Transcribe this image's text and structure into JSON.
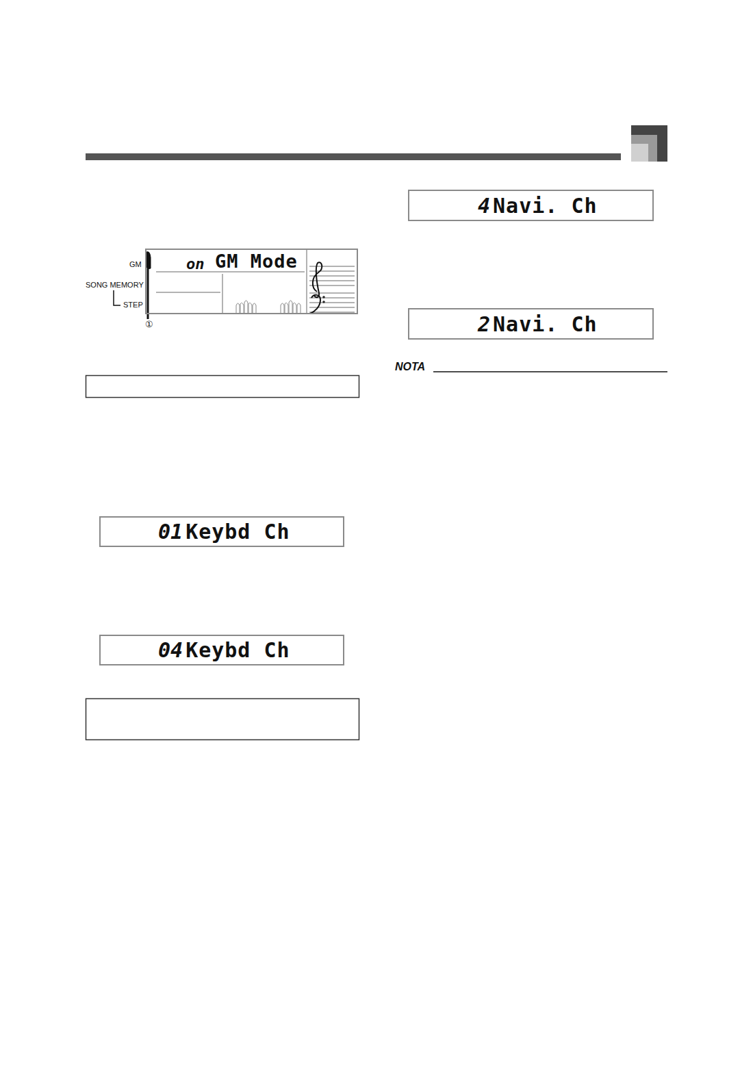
{
  "diagram": {
    "nodes": [
      {
        "text": [
          "on",
          "GM Mode"
        ]
      },
      {
        "text": [
          "01",
          "Keybd Ch"
        ]
      },
      {
        "text": [
          "04",
          "Keybd Ch"
        ]
      },
      {
        "text": [
          "4",
          "Navi. Ch"
        ]
      },
      {
        "text": [
          "2",
          "Navi. Ch"
        ]
      }
    ],
    "labels": [
      "GM",
      "SONG MEMORY",
      "STEP",
      "①",
      "NOTA"
    ]
  }
}
